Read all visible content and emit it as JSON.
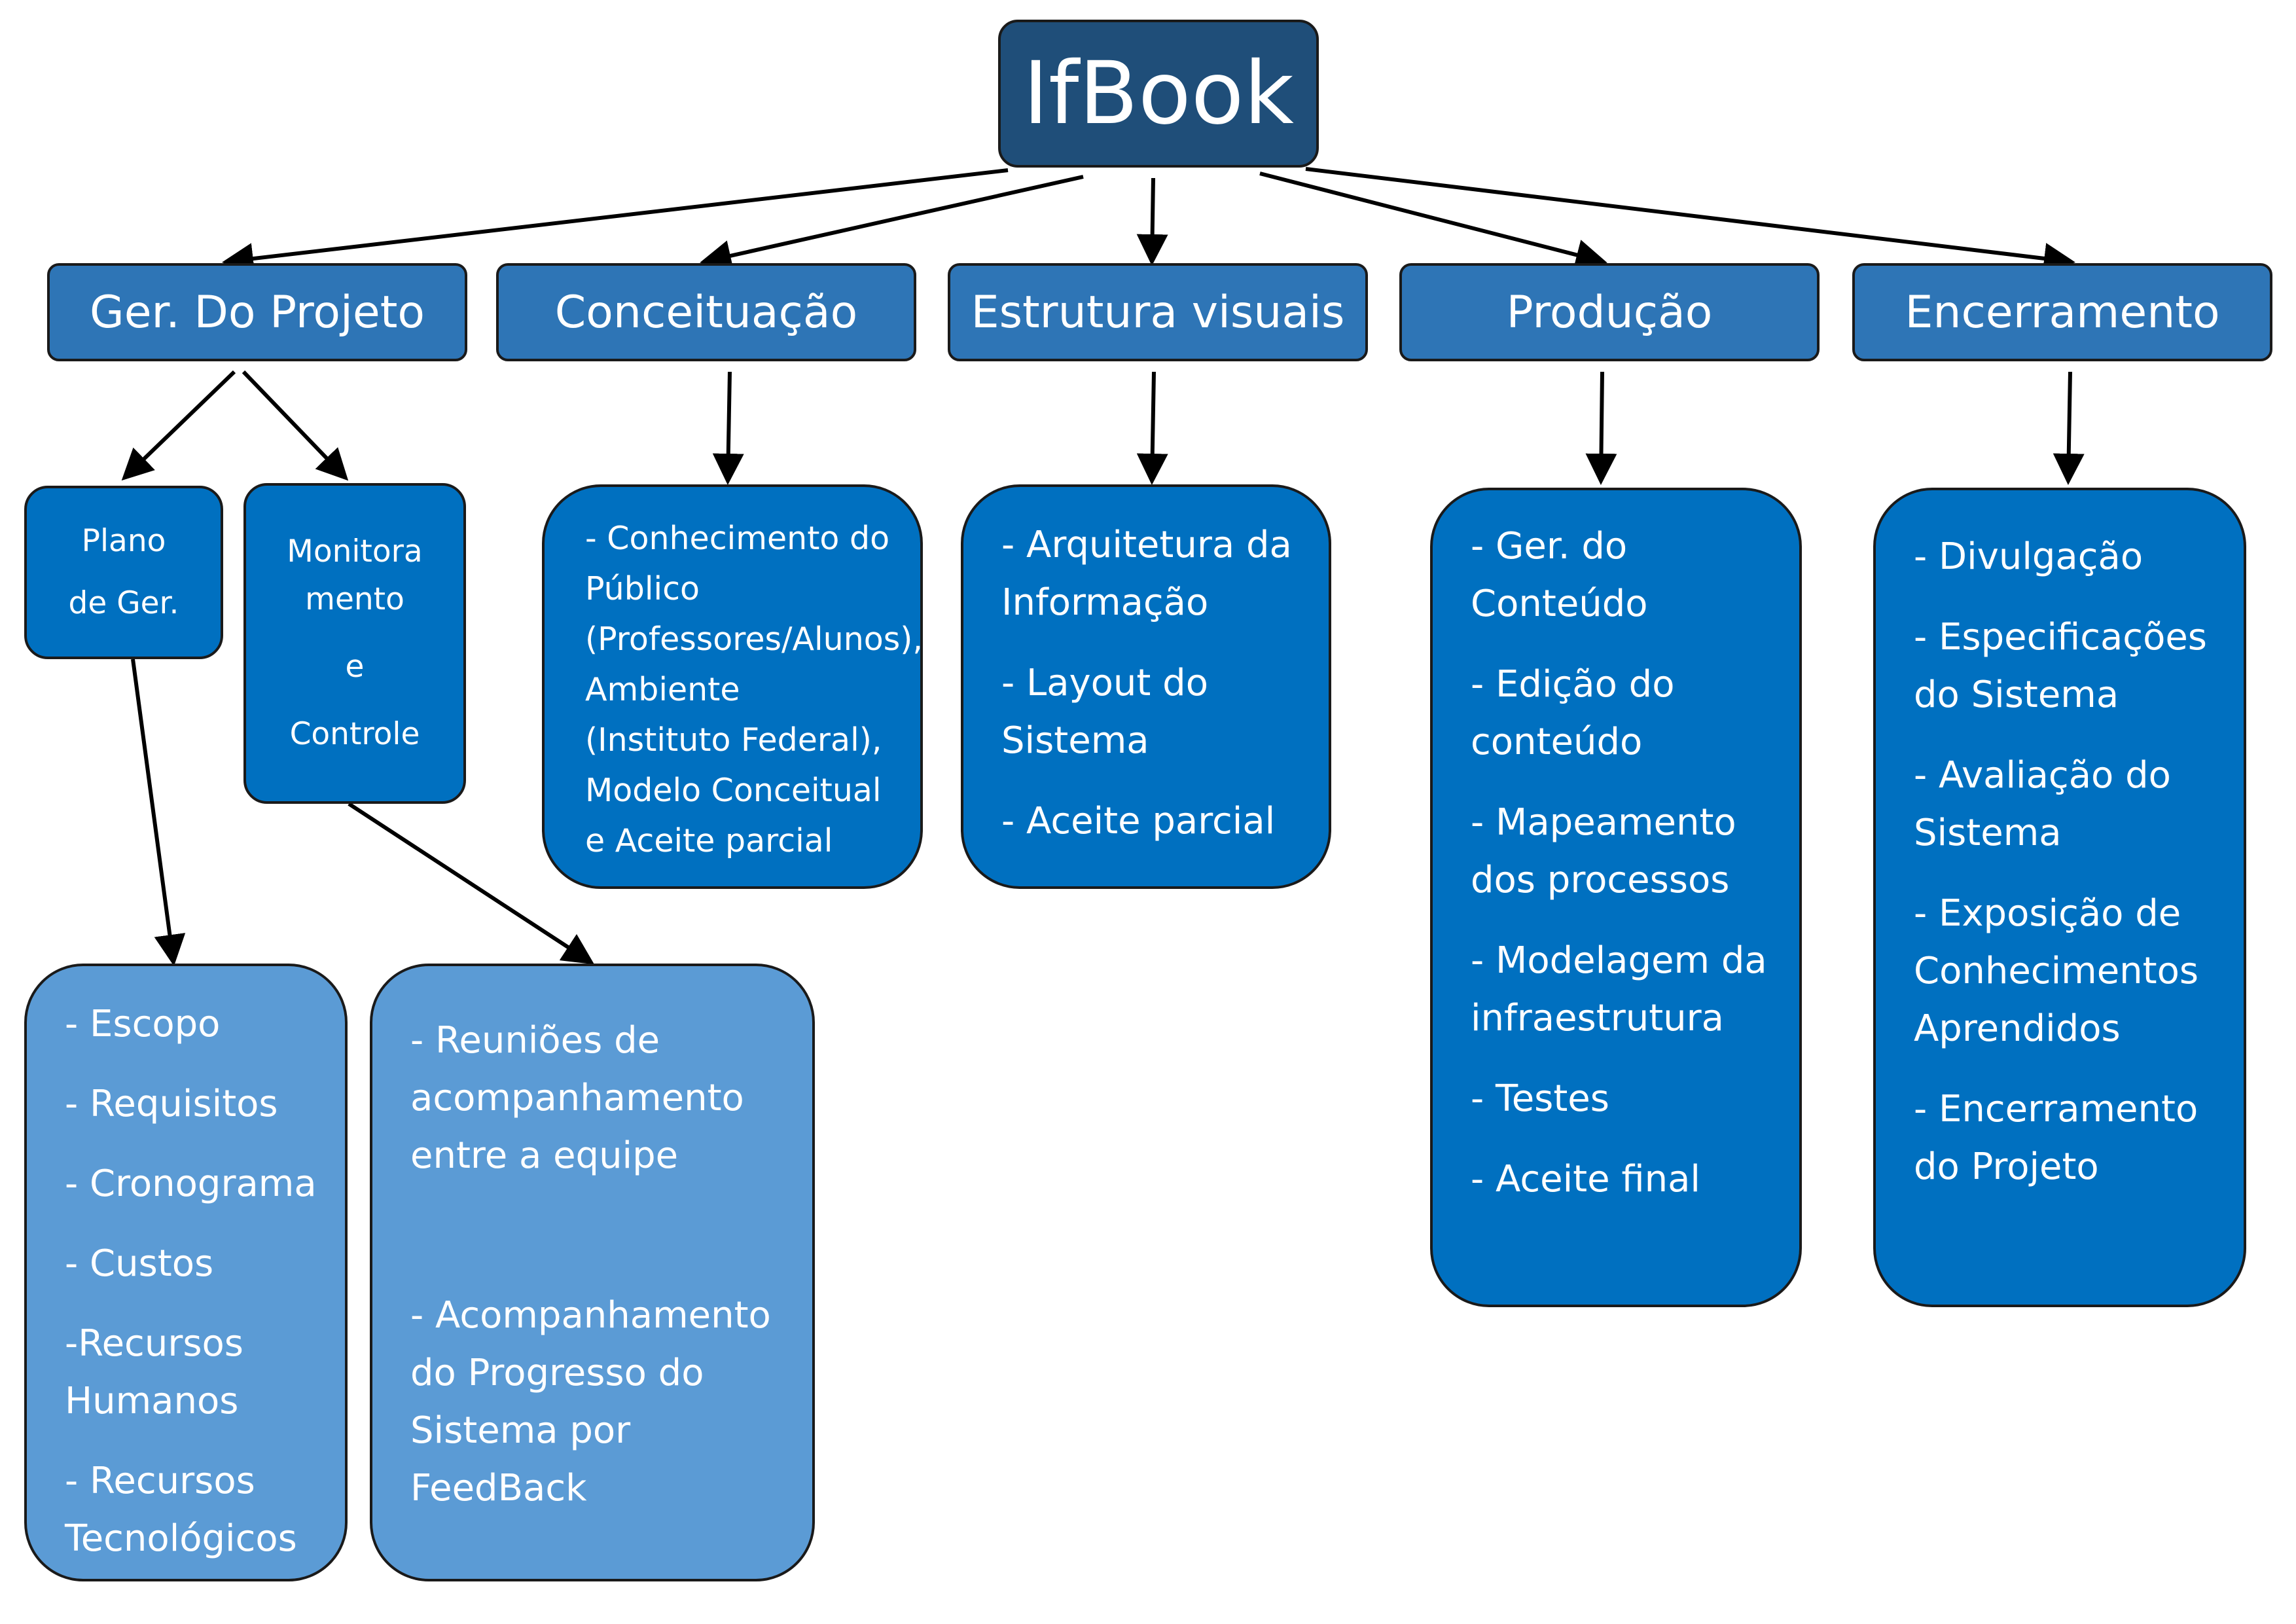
{
  "root": {
    "title": "IfBook"
  },
  "phases": {
    "ger": "Ger. Do Projeto",
    "conceituacao": "Conceituação",
    "estrutura": "Estrutura visuais",
    "producao": "Produção",
    "encerramento": "Encerramento"
  },
  "subnodes": {
    "plano": [
      "Plano",
      "de Ger."
    ],
    "monitoramento": [
      "Monitora",
      "mento",
      "e",
      "Controle"
    ]
  },
  "lists": {
    "escopo": [
      "- Escopo",
      "- Requisitos",
      "- Cronograma",
      "- Custos",
      "-Recursos Humanos",
      "- Recursos Tecnológicos"
    ],
    "reunioes": [
      "- Reuniões de acompanhamento entre a equipe",
      "- Acompanhamento do Progresso do Sistema por FeedBack"
    ],
    "conceituacao": "- Conhecimento do Público (Professores/Alunos), Ambiente (Instituto Federal), Modelo Conceitual e Aceite parcial",
    "estrutura": [
      "- Arquitetura da Informação",
      "- Layout do Sistema",
      "- Aceite parcial"
    ],
    "producao": [
      "- Ger. do Conteúdo",
      "- Edição do conteúdo",
      "- Mapeamento dos processos",
      "- Modelagem da infraestrutura",
      "- Testes",
      "- Aceite final"
    ],
    "encerramento": [
      "- Divulgação",
      "- Especificações do Sistema",
      "- Avaliação do Sistema",
      "- Exposição de Conhecimentos Aprendidos",
      "- Encerramento do Projeto"
    ]
  },
  "colors": {
    "root": "#1f4e79",
    "phase": "#2e75b6",
    "subnode": "#0070c0",
    "list_light": "#5b9bd5"
  }
}
